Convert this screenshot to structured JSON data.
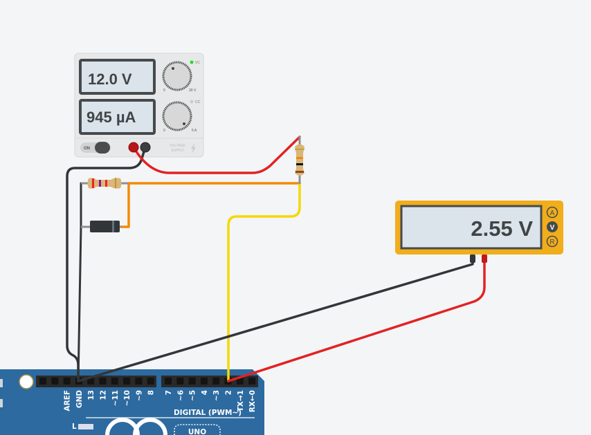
{
  "power_supply": {
    "voltage_display": "12.0 V",
    "current_display": "945 µA",
    "voltage_knob_min": "0",
    "voltage_knob_max": "30 V",
    "current_knob_min": "0",
    "current_knob_max": "5 A",
    "cv_label": "VC",
    "cc_label": "CC",
    "on_label": "ON",
    "brand_line1": "VOLTAGE",
    "brand_line2": "SUPPLY",
    "cv_led_color": "#22dd22"
  },
  "multimeter": {
    "display": "2.55 V",
    "modes": [
      "A",
      "V",
      "R"
    ],
    "selected_mode": "V",
    "body_color": "#f0ad1c"
  },
  "arduino": {
    "board_color": "#2d6a9f",
    "header1_labels": [
      "",
      "",
      "AREF",
      "GND",
      "13",
      "12",
      "~11",
      "~10",
      "~9",
      "8"
    ],
    "header2_labels": [
      "7",
      "~6",
      "~5",
      "4",
      "~3",
      "2",
      "TX→1",
      "RX←0"
    ],
    "digital_label": "DIGITAL (PWM~)",
    "led_label": "L",
    "logo_text": "UNO"
  },
  "wire_colors": {
    "red": "#e22222",
    "black": "#333638",
    "orange": "#f58a07",
    "yellow": "#f5d800"
  }
}
